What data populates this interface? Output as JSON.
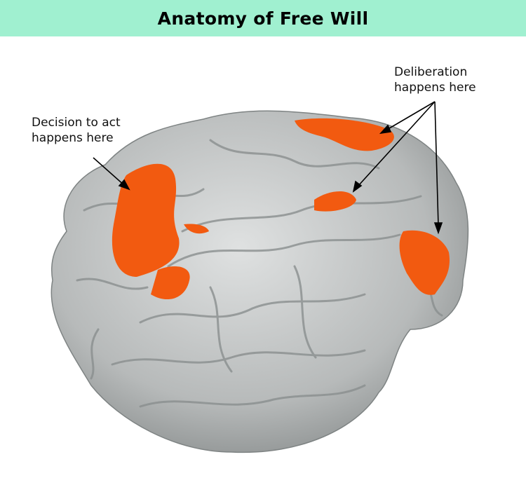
{
  "title": "Anatomy of Free Will",
  "annotations": {
    "decision": {
      "line1": "Decision to act",
      "line2": "happens here"
    },
    "deliberation": {
      "line1": "Deliberation",
      "line2": "happens here"
    }
  },
  "colors": {
    "header": "#a0f0d0",
    "brain": "#b9bcbc",
    "activation": "#f25a10"
  }
}
